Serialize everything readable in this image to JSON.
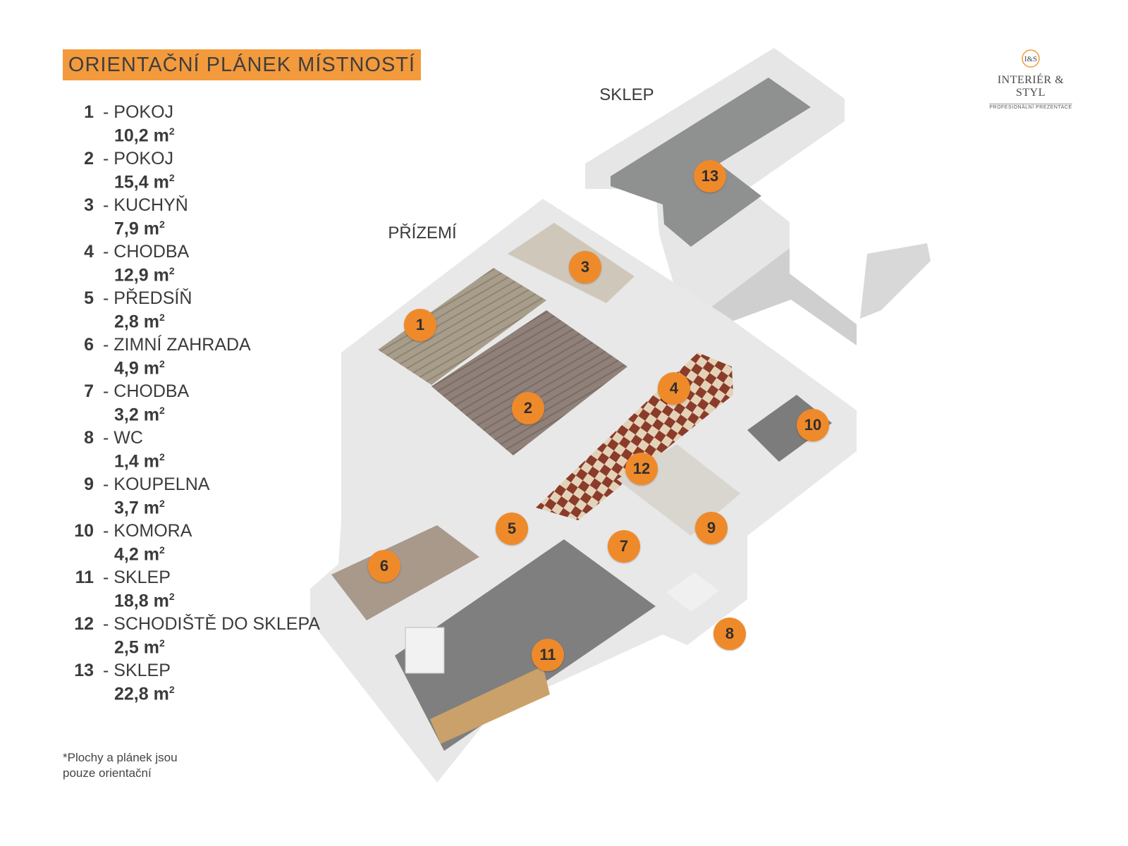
{
  "title": "ORIENTAČNÍ PLÁNEK MÍSTNOSTÍ",
  "logo": {
    "monogram": "I&S",
    "name": "INTERIÉR & STYL",
    "tagline": "PROFESIONÁLNÍ PREZENTACE"
  },
  "labels": {
    "basement": "SKLEP",
    "ground_floor": "PŘÍZEMÍ"
  },
  "rooms": [
    {
      "num": "1",
      "name": "- POKOJ",
      "area": "10,2 m",
      "sup": "2"
    },
    {
      "num": "2",
      "name": "- POKOJ",
      "area": "15,4 m",
      "sup": "2"
    },
    {
      "num": "3",
      "name": "- KUCHYŇ",
      "area": "7,9 m",
      "sup": "2"
    },
    {
      "num": "4",
      "name": "- CHODBA",
      "area": "12,9 m",
      "sup": "2"
    },
    {
      "num": "5",
      "name": "- PŘEDSÍŇ",
      "area": "2,8 m",
      "sup": "2"
    },
    {
      "num": "6",
      "name": "- ZIMNÍ ZAHRADA",
      "area": "4,9 m",
      "sup": "2"
    },
    {
      "num": "7",
      "name": "- CHODBA",
      "area": "3,2 m",
      "sup": "2"
    },
    {
      "num": "8",
      "name": "- WC",
      "area": "1,4 m",
      "sup": "2"
    },
    {
      "num": "9",
      "name": "- KOUPELNA",
      "area": "3,7 m",
      "sup": "2"
    },
    {
      "num": "10",
      "name": "- KOMORA",
      "area": "4,2 m",
      "sup": "2"
    },
    {
      "num": "11",
      "name": "- SKLEP",
      "area": "18,8 m",
      "sup": "2"
    },
    {
      "num": "12",
      "name": "- SCHODIŠTĚ DO SKLEPA",
      "area": "2,5 m",
      "sup": "2"
    },
    {
      "num": "13",
      "name": "- SKLEP",
      "area": "22,8 m",
      "sup": "2"
    }
  ],
  "markers": [
    "1",
    "2",
    "3",
    "4",
    "5",
    "6",
    "7",
    "8",
    "9",
    "10",
    "11",
    "12",
    "13"
  ],
  "footnote": "*Plochy  a plánek jsou pouze orientační",
  "colors": {
    "accent": "#f39a3c",
    "marker": "#ef8a2a"
  }
}
